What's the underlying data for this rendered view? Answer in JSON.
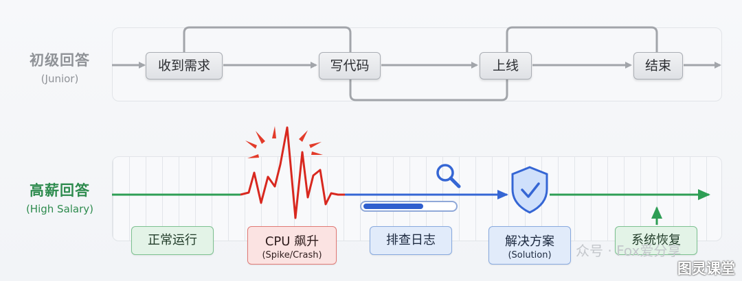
{
  "junior": {
    "label": "初级回答",
    "sublabel": "(Junior)",
    "steps": [
      "收到需求",
      "写代码",
      "上线",
      "结束"
    ]
  },
  "high_salary": {
    "label": "高薪回答",
    "sublabel": "(High Salary)",
    "stages": [
      {
        "title": "正常运行",
        "subtitle": ""
      },
      {
        "title": "CPU 飙升",
        "subtitle": "(Spike/Crash)"
      },
      {
        "title": "排查日志",
        "subtitle": ""
      },
      {
        "title": "解决方案",
        "subtitle": "(Solution)"
      },
      {
        "title": "系统恢复",
        "subtitle": ""
      }
    ]
  },
  "watermark": {
    "text": "众号 · Fox爱分享",
    "brand": "图灵课堂"
  },
  "icons": [
    "search-icon",
    "shield-check-icon",
    "spike-burst-icon"
  ],
  "colors": {
    "junior_gray": "#8f9297",
    "green": "#2e9e55",
    "red": "#d8281f",
    "blue": "#3566d4"
  }
}
